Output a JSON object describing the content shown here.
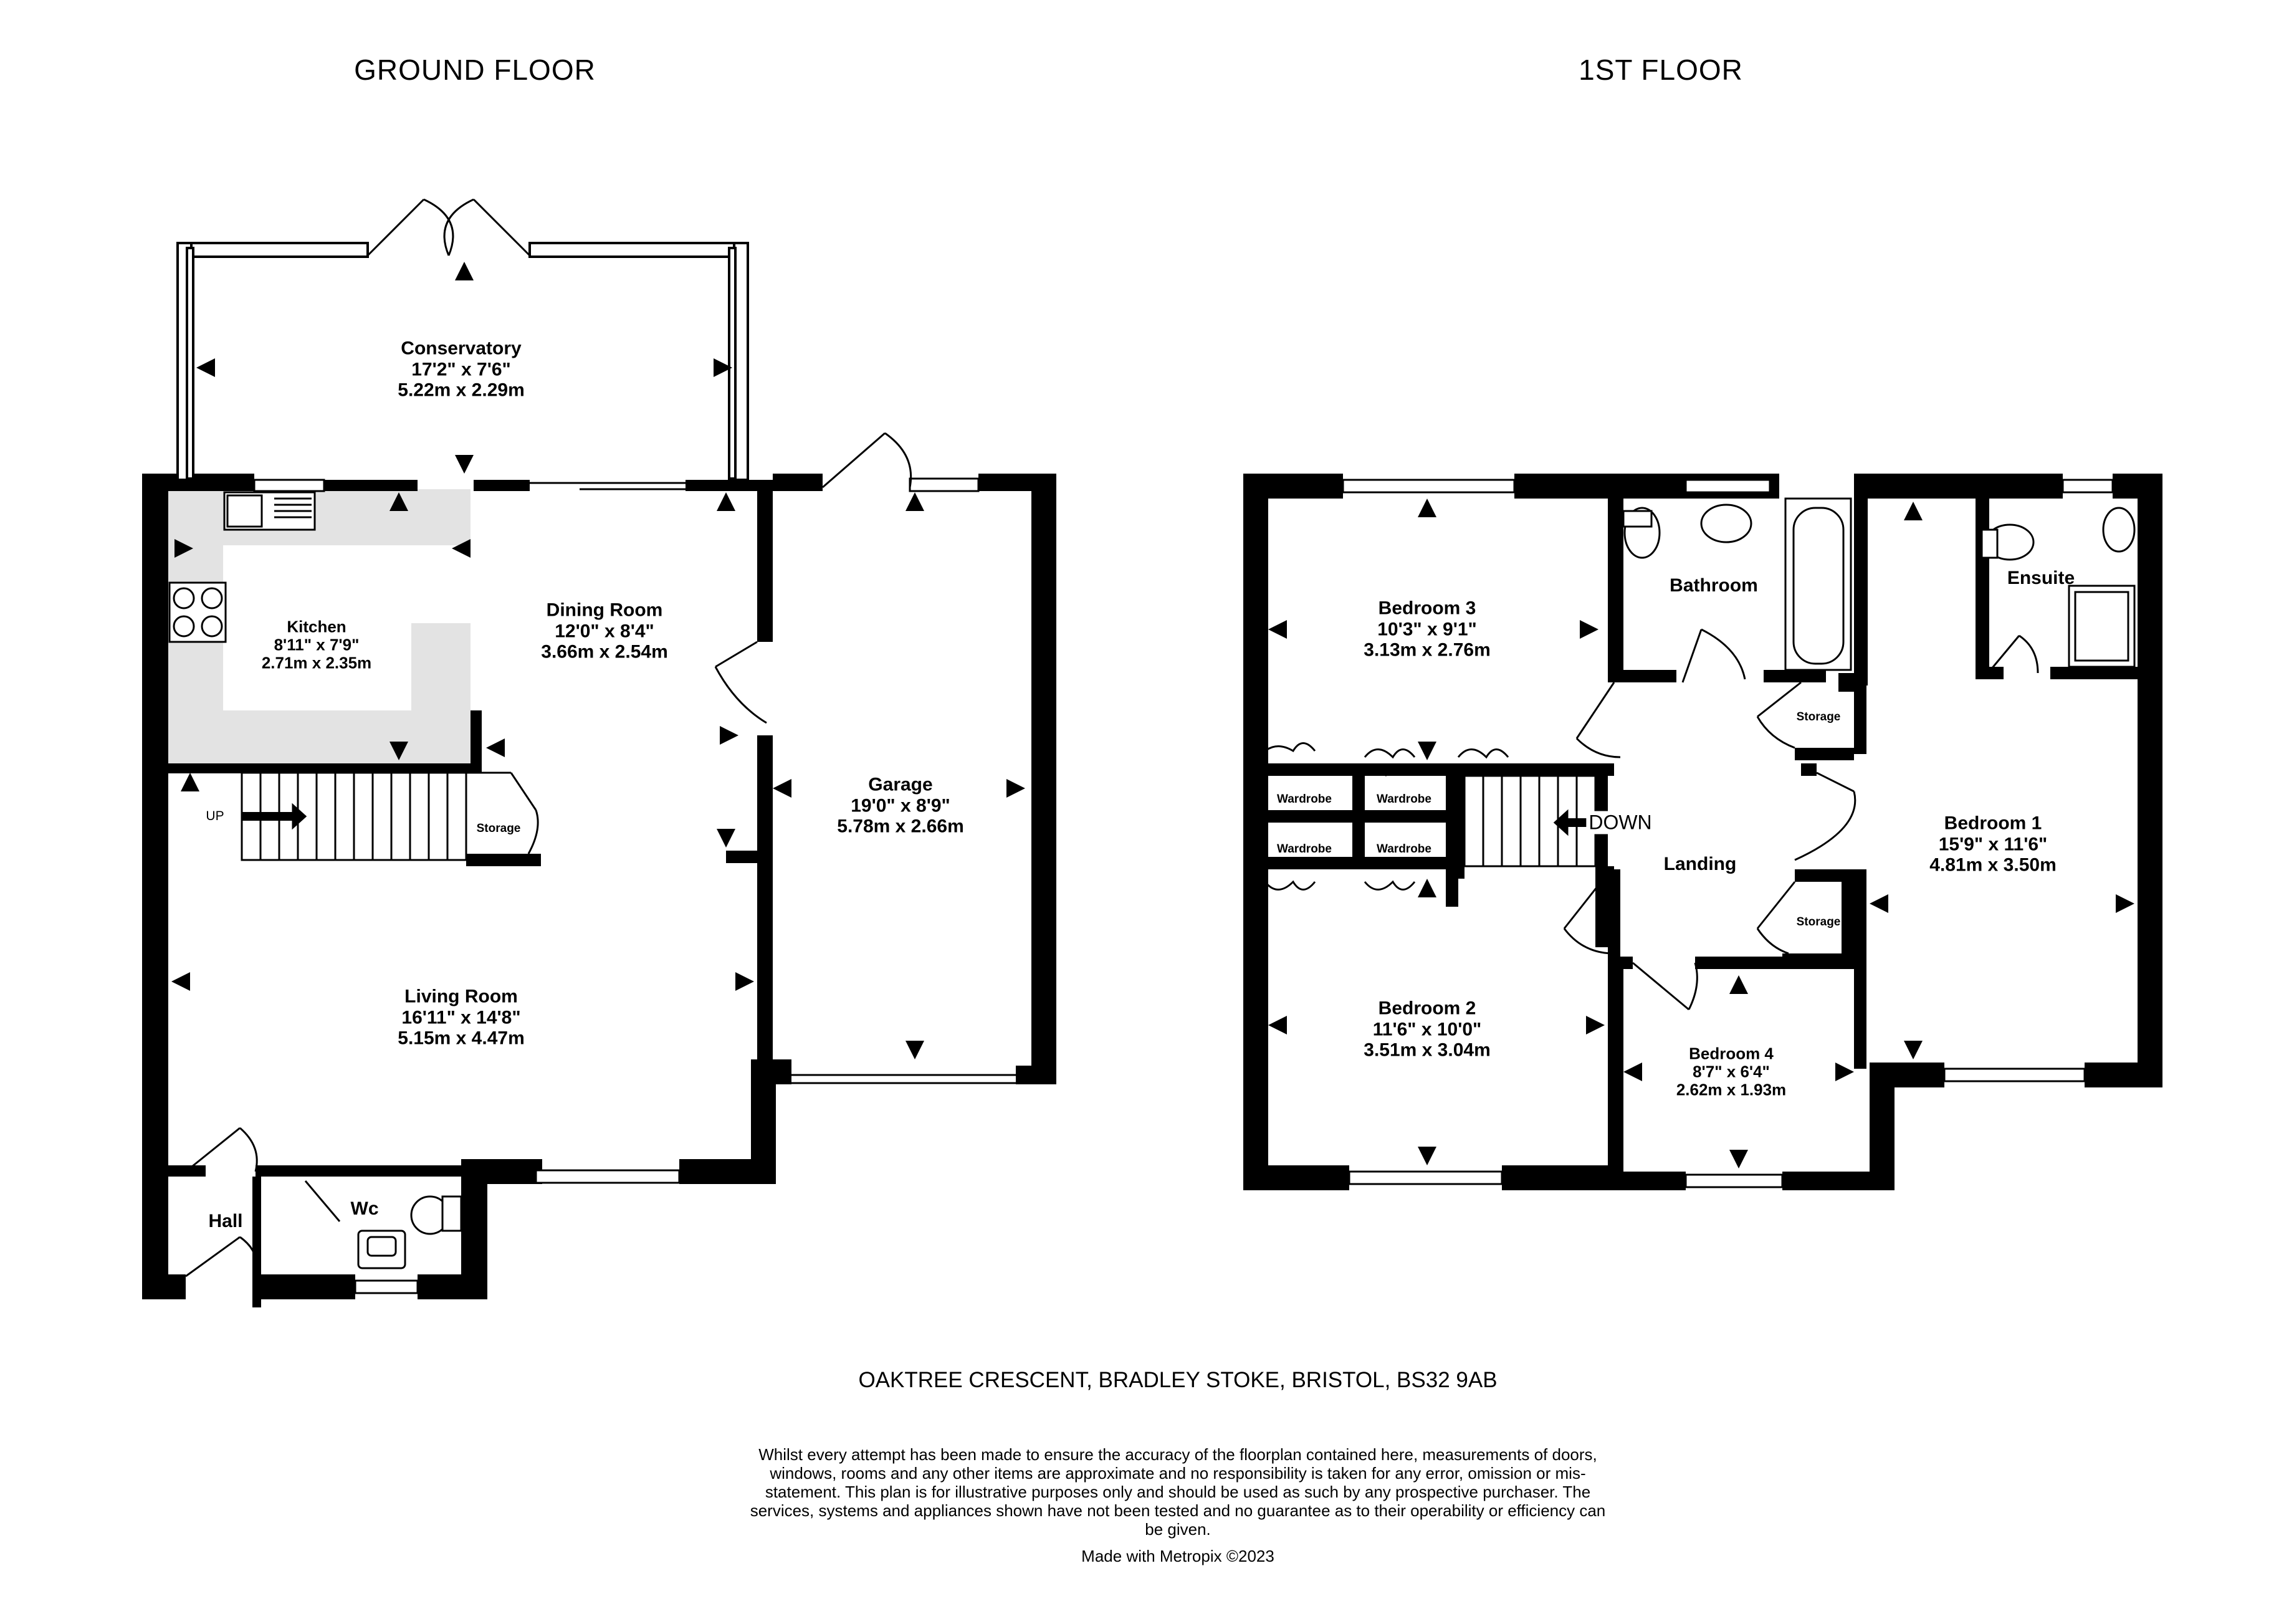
{
  "floors": {
    "ground": {
      "title": "GROUND FLOOR"
    },
    "first": {
      "title": "1ST FLOOR"
    }
  },
  "rooms": {
    "conservatory": {
      "name": "Conservatory",
      "imperial": "17'2\"  x 7'6\"",
      "metric": "5.22m  x 2.29m"
    },
    "kitchen": {
      "name": "Kitchen",
      "imperial": "8'11\"  x 7'9\"",
      "metric": "2.71m  x 2.35m"
    },
    "dining_room": {
      "name": "Dining Room",
      "imperial": "12'0\"  x 8'4\"",
      "metric": "3.66m  x 2.54m"
    },
    "garage": {
      "name": "Garage",
      "imperial": "19'0\"  x 8'9\"",
      "metric": "5.78m  x 2.66m"
    },
    "living_room": {
      "name": "Living Room",
      "imperial": "16'11\"  x 14'8\"",
      "metric": "5.15m  x 4.47m"
    },
    "hall": {
      "name": "Hall"
    },
    "wc": {
      "name": "Wc"
    },
    "bedroom_3": {
      "name": "Bedroom 3",
      "imperial": "10'3\"  x 9'1\"",
      "metric": "3.13m  x 2.76m"
    },
    "bathroom": {
      "name": "Bathroom"
    },
    "ensuite": {
      "name": "Ensuite"
    },
    "bedroom_1": {
      "name": "Bedroom 1",
      "imperial": "15'9\"  x 11'6\"",
      "metric": "4.81m  x 3.50m"
    },
    "landing": {
      "name": "Landing"
    },
    "bedroom_2": {
      "name": "Bedroom 2",
      "imperial": "11'6\"  x 10'0\"",
      "metric": "3.51m  x 3.04m"
    },
    "bedroom_4": {
      "name": "Bedroom 4",
      "imperial": "8'7\"  x 6'4\"",
      "metric": "2.62m  x 1.93m"
    }
  },
  "labels": {
    "up": "UP",
    "down": "DOWN",
    "storage": "Storage",
    "wardrobe": "Wardrobe"
  },
  "address": "OAKTREE CRESCENT, BRADLEY STOKE, BRISTOL, BS32 9AB",
  "disclaimer": "Whilst every attempt has been made to ensure the accuracy of the floorplan contained here, measurements of doors, windows, rooms and any other items are approximate and no responsibility is taken for any error, omission or mis-statement. This plan is for illustrative purposes only and should be used as such by any prospective purchaser. The services, systems and appliances shown have not been tested and no guarantee as to their operability or efficiency can be given.",
  "credit": "Made with Metropix ©2023",
  "colors": {
    "wall": "#000000",
    "kitchen_floor": "#e3e3e3",
    "window_fill": "#ffffff"
  }
}
